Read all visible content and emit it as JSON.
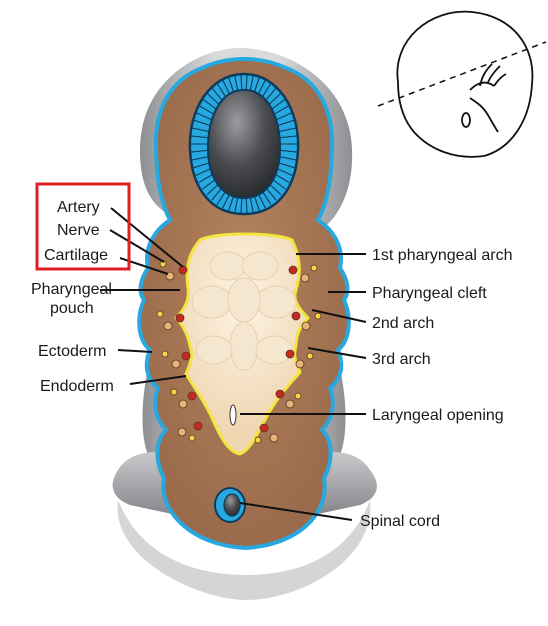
{
  "labels": {
    "artery": "Artery",
    "nerve": "Nerve",
    "cartilage": "Cartilage",
    "pharyngeal_pouch_line1": "Pharyngeal",
    "pharyngeal_pouch_line2": "pouch",
    "ectoderm": "Ectoderm",
    "endoderm": "Endoderm",
    "first_arch": "1st pharyngeal arch",
    "pharyngeal_cleft": "Pharyngeal cleft",
    "second_arch": "2nd arch",
    "third_arch": "3rd arch",
    "laryngeal_opening": "Laryngeal opening",
    "spinal_cord": "Spinal cord"
  },
  "colors": {
    "mesenchyme": "#a57552",
    "ectoderm": "#27a8e0",
    "endoderm": "#f2e53d",
    "artery": "#c8281f",
    "nerve": "#f0d44a",
    "cartilage": "#e8b27a",
    "highlight_box": "#e31e24"
  }
}
